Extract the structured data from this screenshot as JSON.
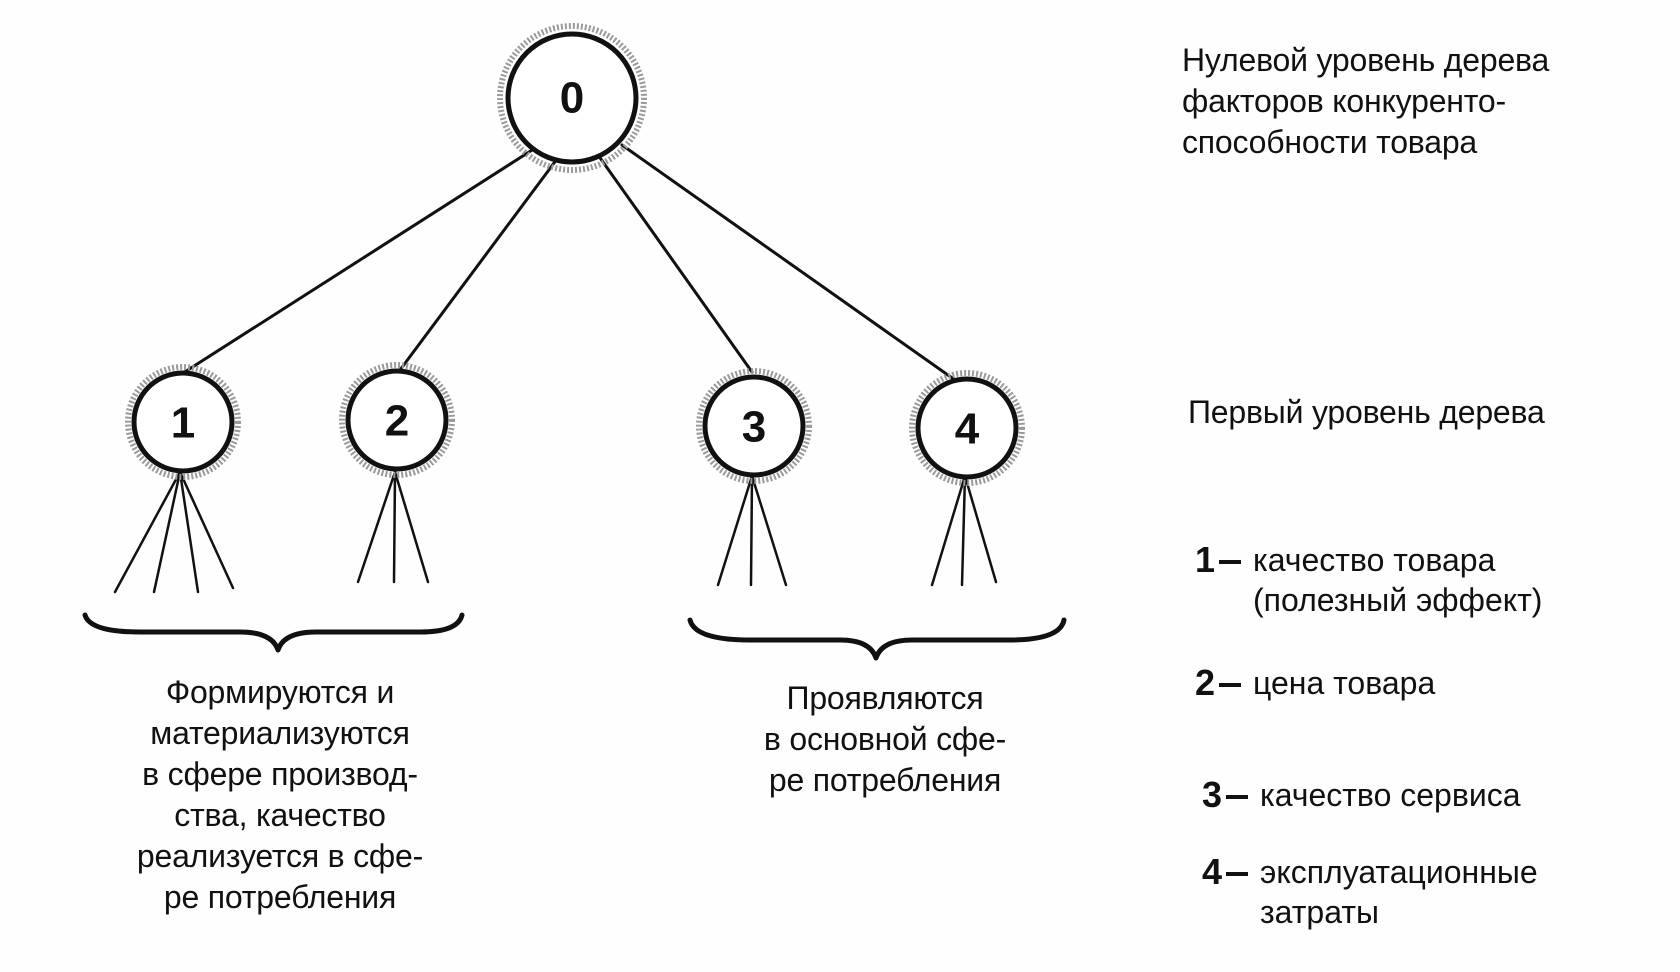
{
  "nodes": [
    {
      "id": "0",
      "label": "0"
    },
    {
      "id": "1",
      "label": "1"
    },
    {
      "id": "2",
      "label": "2"
    },
    {
      "id": "3",
      "label": "3"
    },
    {
      "id": "4",
      "label": "4"
    }
  ],
  "level_labels": {
    "zero": "Нулевой уровень дерева\nфакторов конкуренто-\nспособности товара",
    "first": "Первый уровень дерева"
  },
  "groups": {
    "production": "Формируются и\nматериализуются\nв сфере производ-\nства, качество\nреализуется в сфе-\nре потребления",
    "consumption": "Проявляются\nв основной сфе-\nре потребления"
  },
  "legend": [
    {
      "num": "1",
      "text": "качество товара\n(полезный эффект)"
    },
    {
      "num": "2",
      "text": "цена товара"
    },
    {
      "num": "3",
      "text": "качество сервиса"
    },
    {
      "num": "4",
      "text": "эксплуатационные\nзатраты"
    }
  ]
}
